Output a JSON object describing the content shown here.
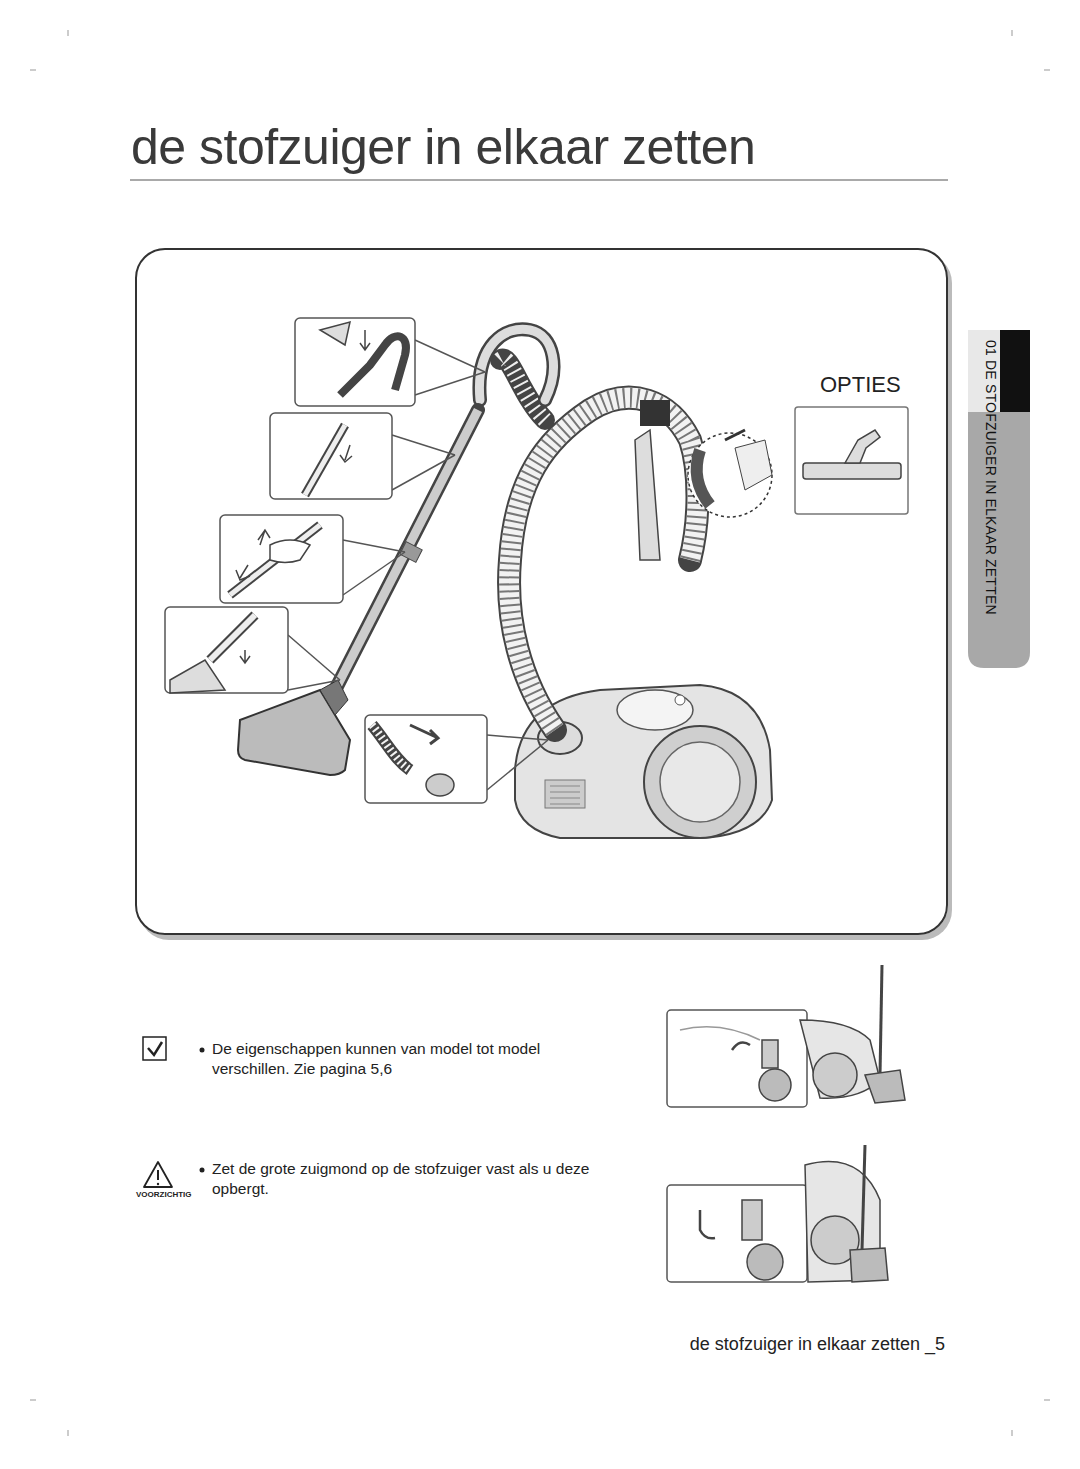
{
  "diagram": {
    "title": "de stofzuiger in elkaar zetten",
    "nodes": [
      {
        "text": [
          "OPTIES"
        ]
      },
      {
        "text": [
          "01 DE STOFZUIGER IN ELKAAR ZETTEN"
        ]
      }
    ],
    "labels": [
      "De eigenschappen kunnen van model tot model verschillen. Zie pagina 5,6",
      "Zet de grote zuigmond op de stofzuiger vast als u deze opbergt.",
      "VOORZICHTIG",
      "de stofzuiger in elkaar zetten _5"
    ]
  }
}
